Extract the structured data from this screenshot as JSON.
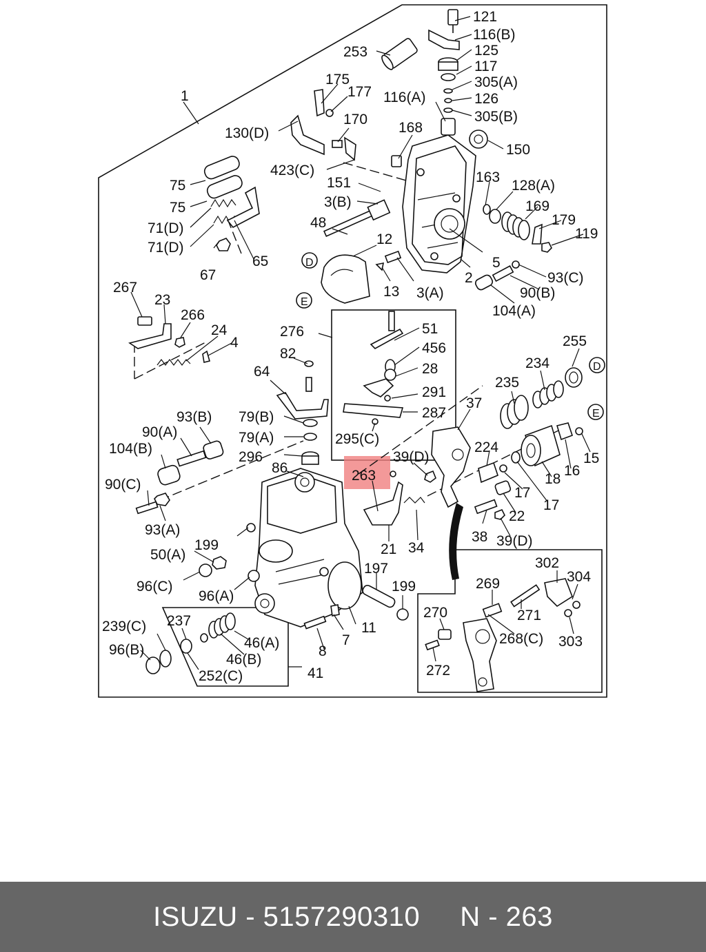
{
  "diagram": {
    "callouts": {
      "c1": "1",
      "c121": "121",
      "c116b": "116(B)",
      "c253": "253",
      "c125": "125",
      "c117": "117",
      "c305a": "305(A)",
      "c175": "175",
      "c177": "177",
      "c116a": "116(A)",
      "c126": "126",
      "c305b": "305(B)",
      "c130d": "130(D)",
      "c170": "170",
      "c168": "168",
      "c150": "150",
      "c423c": "423(C)",
      "c75a": "75",
      "c151": "151",
      "c163": "163",
      "c128a": "128(A)",
      "c75b": "75",
      "c3b": "3(B)",
      "c169": "169",
      "c71d1": "71(D)",
      "c48": "48",
      "c179": "179",
      "c71d2": "71(D)",
      "c12": "12",
      "c119": "119",
      "c65": "65",
      "c5": "5",
      "c67": "67",
      "c2": "2",
      "c93c": "93(C)",
      "c13": "13",
      "c3a": "3(A)",
      "c90b": "90(B)",
      "c267": "267",
      "c23": "23",
      "c104a": "104(A)",
      "c266": "266",
      "c276": "276",
      "c51": "51",
      "c24": "24",
      "c4": "4",
      "c456": "456",
      "c255": "255",
      "c82": "82",
      "c28": "28",
      "c234": "234",
      "c64": "64",
      "c235": "235",
      "c291": "291",
      "c93b": "93(B)",
      "c37": "37",
      "c79b": "79(B)",
      "c287": "287",
      "c90a": "90(A)",
      "c79a": "79(A)",
      "c295c": "295(C)",
      "c104b": "104(B)",
      "c296": "296",
      "c224": "224",
      "c15": "15",
      "c39d1": "39(D)",
      "c86": "86",
      "c16": "16",
      "c263": "263",
      "c18": "18",
      "c90c": "90(C)",
      "c17a": "17",
      "c17b": "17",
      "c22": "22",
      "c93a": "93(A)",
      "c199a": "199",
      "c38": "38",
      "c39d2": "39(D)",
      "c34": "34",
      "c50a": "50(A)",
      "c21": "21",
      "c302": "302",
      "c197": "197",
      "c304": "304",
      "c96c": "96(C)",
      "c269": "269",
      "c96a": "96(A)",
      "c199b": "199",
      "c271": "271",
      "c270": "270",
      "c239c": "239(C)",
      "c237": "237",
      "c11": "11",
      "c46a": "46(A)",
      "c8": "8",
      "c7": "7",
      "c268c": "268(C)",
      "c303": "303",
      "c96b": "96(B)",
      "c46b": "46(B)",
      "c272": "272",
      "c252c": "252(C)",
      "c41": "41"
    },
    "circle_markers": {
      "D1": "D",
      "E1": "E",
      "D2": "D",
      "E2": "E"
    },
    "highlight_color": "#f08080"
  },
  "footer": {
    "brand": "ISUZU",
    "sep": " - ",
    "part_number": "5157290310",
    "gap": "     ",
    "item_label": "N - 263",
    "background": "#666666",
    "text_color": "#ffffff"
  }
}
